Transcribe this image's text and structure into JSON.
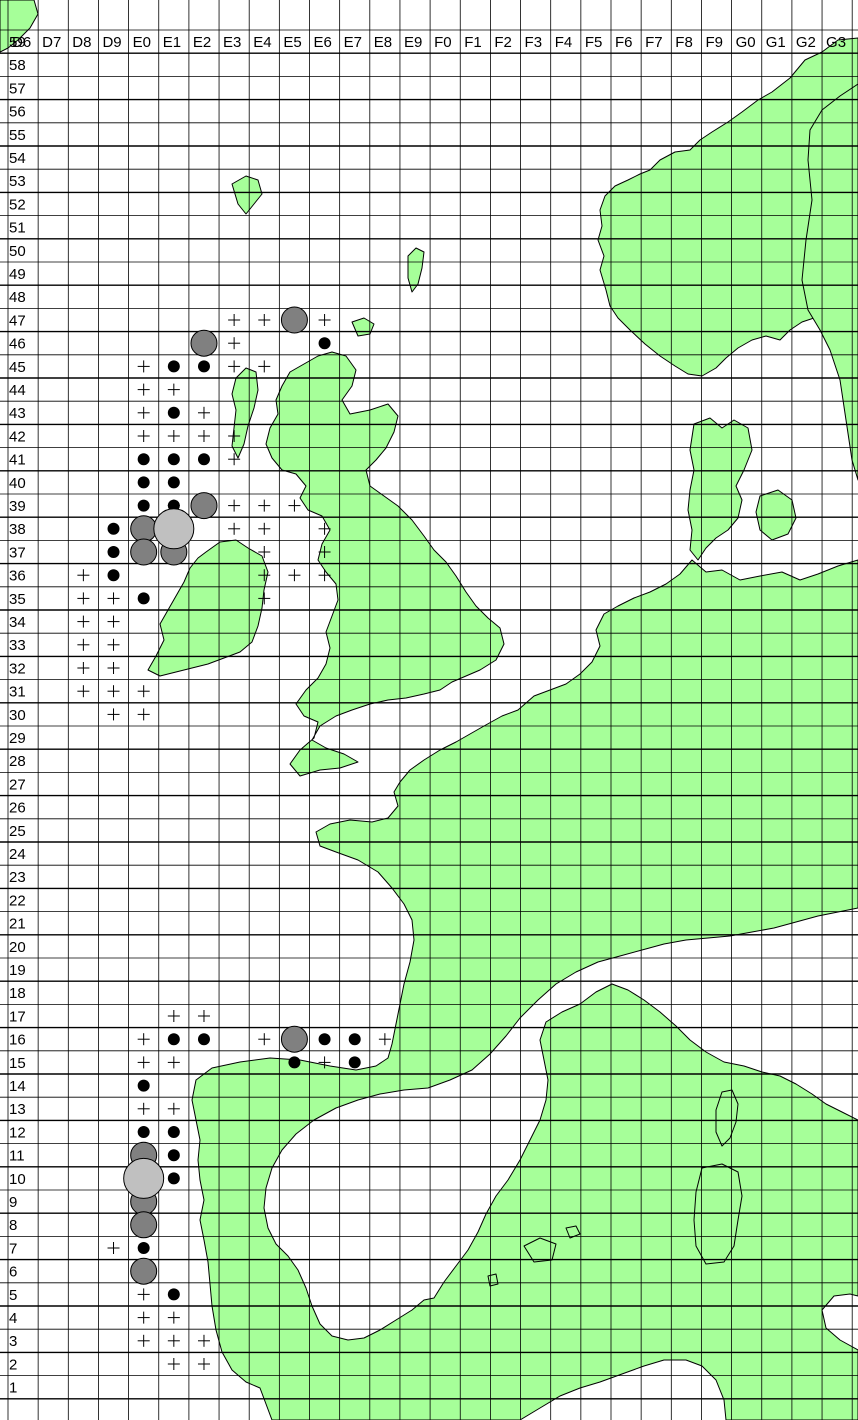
{
  "grid": {
    "columns": [
      "D6",
      "D7",
      "D8",
      "D9",
      "E0",
      "E1",
      "E2",
      "E3",
      "E4",
      "E5",
      "E6",
      "E7",
      "E8",
      "E9",
      "F0",
      "F1",
      "F2",
      "F3",
      "F4",
      "F5",
      "F6",
      "F7",
      "F8",
      "F9",
      "G0",
      "G1",
      "G2",
      "G3"
    ],
    "rows": [
      "59",
      "58",
      "57",
      "56",
      "55",
      "54",
      "53",
      "52",
      "51",
      "50",
      "49",
      "48",
      "47",
      "46",
      "45",
      "44",
      "43",
      "42",
      "41",
      "40",
      "39",
      "38",
      "37",
      "36",
      "35",
      "34",
      "33",
      "32",
      "31",
      "30",
      "29",
      "28",
      "27",
      "26",
      "25",
      "24",
      "23",
      "22",
      "21",
      "20",
      "19",
      "18",
      "17",
      "16",
      "15",
      "14",
      "13",
      "12",
      "11",
      "10",
      "9",
      "8",
      "7",
      "6",
      "5",
      "4",
      "3",
      "2",
      "1"
    ]
  },
  "colors": {
    "land": "#a6ff99",
    "sea": "#ffffff",
    "small_dot": "#000000",
    "medium_circle": "#808080",
    "large_circle": "#c0c0c0"
  },
  "markers": {
    "plus": [
      [
        "E3",
        "47"
      ],
      [
        "E4",
        "47"
      ],
      [
        "E6",
        "47"
      ],
      [
        "E3",
        "46"
      ],
      [
        "E0",
        "45"
      ],
      [
        "E3",
        "45"
      ],
      [
        "E4",
        "45"
      ],
      [
        "E0",
        "44"
      ],
      [
        "E1",
        "44"
      ],
      [
        "E0",
        "43"
      ],
      [
        "E2",
        "43"
      ],
      [
        "E0",
        "42"
      ],
      [
        "E1",
        "42"
      ],
      [
        "E2",
        "42"
      ],
      [
        "E3",
        "42"
      ],
      [
        "E3",
        "41"
      ],
      [
        "E1",
        "39"
      ],
      [
        "E3",
        "39"
      ],
      [
        "E4",
        "39"
      ],
      [
        "E5",
        "39"
      ],
      [
        "E3",
        "38"
      ],
      [
        "E4",
        "38"
      ],
      [
        "E6",
        "38"
      ],
      [
        "E4",
        "37"
      ],
      [
        "E6",
        "37"
      ],
      [
        "D8",
        "36"
      ],
      [
        "E4",
        "36"
      ],
      [
        "E5",
        "36"
      ],
      [
        "E6",
        "36"
      ],
      [
        "D8",
        "35"
      ],
      [
        "D9",
        "35"
      ],
      [
        "E4",
        "35"
      ],
      [
        "D8",
        "34"
      ],
      [
        "D9",
        "34"
      ],
      [
        "D8",
        "33"
      ],
      [
        "D9",
        "33"
      ],
      [
        "D8",
        "32"
      ],
      [
        "D9",
        "32"
      ],
      [
        "D8",
        "31"
      ],
      [
        "D9",
        "31"
      ],
      [
        "E0",
        "31"
      ],
      [
        "D9",
        "30"
      ],
      [
        "E0",
        "30"
      ],
      [
        "E1",
        "17"
      ],
      [
        "E2",
        "17"
      ],
      [
        "E0",
        "16"
      ],
      [
        "E4",
        "16"
      ],
      [
        "E8",
        "16"
      ],
      [
        "E0",
        "15"
      ],
      [
        "E1",
        "15"
      ],
      [
        "E6",
        "15"
      ],
      [
        "E0",
        "13"
      ],
      [
        "E1",
        "13"
      ],
      [
        "D9",
        "7"
      ],
      [
        "E0",
        "5"
      ],
      [
        "E0",
        "4"
      ],
      [
        "E1",
        "4"
      ],
      [
        "E0",
        "3"
      ],
      [
        "E1",
        "3"
      ],
      [
        "E2",
        "3"
      ],
      [
        "E1",
        "2"
      ],
      [
        "E2",
        "2"
      ]
    ],
    "small_dot": [
      [
        "E6",
        "46"
      ],
      [
        "E1",
        "45"
      ],
      [
        "E2",
        "45"
      ],
      [
        "E1",
        "43"
      ],
      [
        "E0",
        "41"
      ],
      [
        "E1",
        "41"
      ],
      [
        "E2",
        "41"
      ],
      [
        "E0",
        "40"
      ],
      [
        "E1",
        "40"
      ],
      [
        "E0",
        "39"
      ],
      [
        "E1",
        "39"
      ],
      [
        "D9",
        "38"
      ],
      [
        "D9",
        "37"
      ],
      [
        "D9",
        "36"
      ],
      [
        "E0",
        "35"
      ],
      [
        "E1",
        "16"
      ],
      [
        "E2",
        "16"
      ],
      [
        "E6",
        "16"
      ],
      [
        "E7",
        "16"
      ],
      [
        "E5",
        "15"
      ],
      [
        "E7",
        "15"
      ],
      [
        "E0",
        "14"
      ],
      [
        "E0",
        "12"
      ],
      [
        "E1",
        "12"
      ],
      [
        "E1",
        "11"
      ],
      [
        "E1",
        "10"
      ],
      [
        "E0",
        "7"
      ],
      [
        "E1",
        "5"
      ]
    ],
    "medium_circle": [
      [
        "E5",
        "47"
      ],
      [
        "E2",
        "46"
      ],
      [
        "E2",
        "39"
      ],
      [
        "E0",
        "38"
      ],
      [
        "E0",
        "37"
      ],
      [
        "E1",
        "37"
      ],
      [
        "E5",
        "16"
      ],
      [
        "E0",
        "11"
      ],
      [
        "E0",
        "9"
      ],
      [
        "E0",
        "8"
      ],
      [
        "E0",
        "6"
      ]
    ],
    "large_circle": [
      [
        "E1",
        "38"
      ],
      [
        "E0",
        "10"
      ]
    ]
  }
}
